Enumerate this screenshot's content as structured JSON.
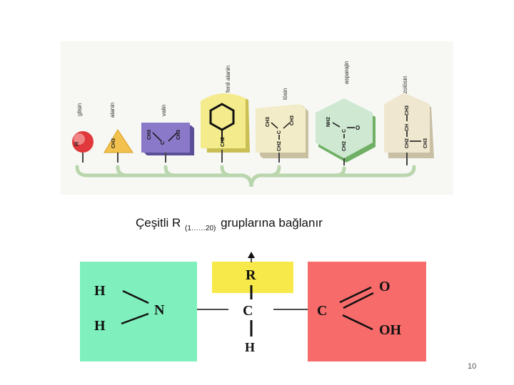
{
  "top_figure": {
    "side_chain_names": [
      "glisin",
      "alanin",
      "valin",
      "fenil alanin",
      "lösin",
      "asparajin",
      "izolösin"
    ],
    "group_atoms": {
      "glisin": [
        "H"
      ],
      "alanin": [
        "CH3"
      ],
      "valin": [
        "CH3",
        "C",
        "CH3"
      ],
      "fenil_alanin": [
        "CH2"
      ],
      "losin": [
        "CH3",
        "C",
        "CH3",
        "CH2"
      ],
      "asparajin": [
        "NH2",
        "C",
        "O",
        "CH2"
      ],
      "izolosin": [
        "CH3",
        "CH",
        "CH2",
        "CH3"
      ]
    },
    "colors": {
      "glisin": "#e0383b",
      "alanin": "#f2c14e",
      "valin": "#8a78c8",
      "fenil_alanin": "#f4eb8c",
      "losin": "#f3ecc8",
      "asparajin": "#cfe8d2",
      "izolosin": "#efe7d0",
      "bracket": "#b9d6ad"
    }
  },
  "caption": {
    "prefix": "Çeşitli R",
    "subscript": "(1……20)",
    "suffix": "gruplarına bağlanır"
  },
  "amino_acid": {
    "amine_atoms": {
      "h_top": "H",
      "h_bottom": "H",
      "n": "N"
    },
    "center_atoms": {
      "r": "R",
      "c": "C",
      "h": "H"
    },
    "carboxyl_atoms": {
      "c": "C",
      "o": "O",
      "oh": "OH"
    },
    "colors": {
      "amine": "#7ff0bd",
      "r_group": "#f7e94a",
      "carboxyl": "#f76b6b"
    }
  },
  "page_number": "10"
}
